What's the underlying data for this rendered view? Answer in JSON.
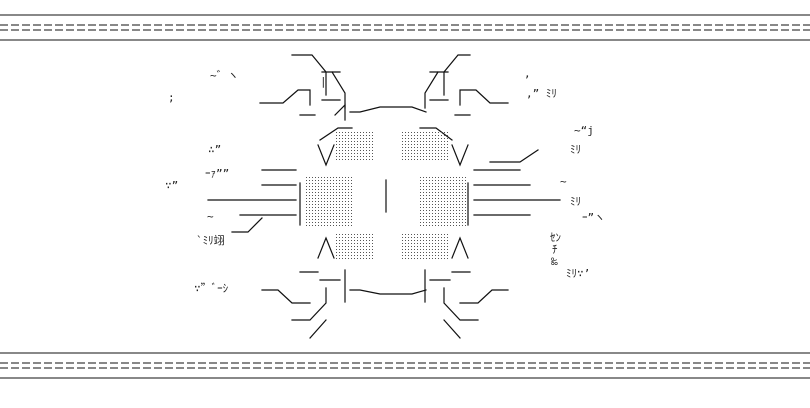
{
  "art": {
    "top_border_glyphs": "==-=-=-=-=-=-=-=-=-=-=-=-=-=-=-=-=-=-=-=-=-=-=-=-=-=-=-=-=-=-=-=-=-=-=",
    "bottom_border_glyphs": "==-=-=-=-=-=-=-=-=-=-=-=-=-=-=-=-=-=-=-=-=-=-=-=-=-=-=-=-=-=-=-=-=-=-=",
    "scribbles": [
      "~゛ヽ",
      ";",
      "∴”",
      "∵”",
      "ｰｧ””",
      "~",
      "`ﾐﾘ翊",
      "∵”ﾞｰｼ",
      ",",
      ",” ﾐﾘ",
      "~“j",
      "ﾐﾘ",
      "~",
      "ﾐﾘ",
      "ｰ”ヽ",
      "ｾﾝ",
      "ﾁ",
      "‰",
      "ﾐﾘ∵’",
      "|"
    ]
  },
  "colors": {
    "ink": "#111111",
    "background": "#ffffff"
  }
}
